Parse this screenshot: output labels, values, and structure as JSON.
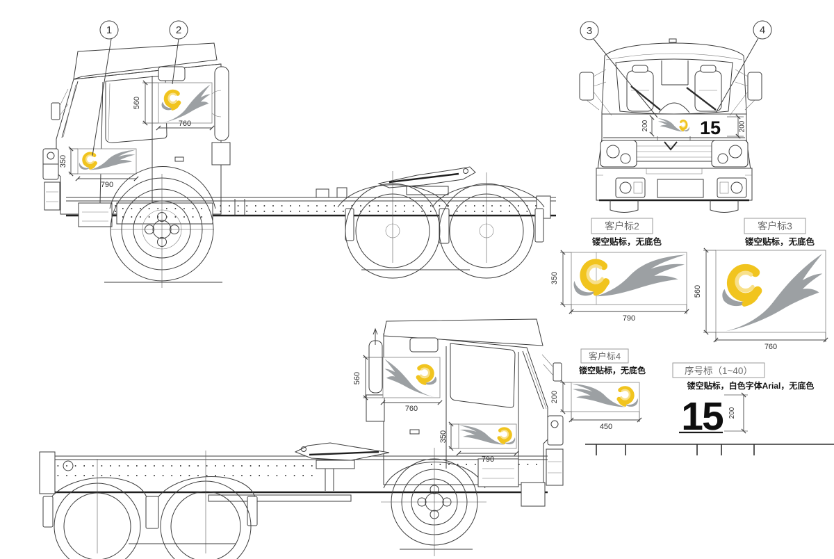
{
  "colors": {
    "line": "#3d3d3d",
    "decal_gray": "#9ca0a3",
    "decal_yellow": "#f1c41e",
    "decal_yellow_light": "#f8e08a"
  },
  "callouts": {
    "c1": "1",
    "c2": "2",
    "c3": "3",
    "c4": "4"
  },
  "side_top": {
    "upper_h": "560",
    "upper_w": "760",
    "lower_h": "350",
    "lower_w": "790"
  },
  "front": {
    "decal_h": "200",
    "decal_w": "450",
    "num_h": "200",
    "serial": "15"
  },
  "side_bottom": {
    "upper_h": "560",
    "upper_w": "760",
    "lower_h": "350",
    "lower_w": "790"
  },
  "panels": {
    "p2": {
      "title": "客户标2",
      "note": "镂空贴标，无底色",
      "h": "350",
      "w": "790"
    },
    "p3": {
      "title": "客户标3",
      "note": "镂空贴标，无底色",
      "h": "560",
      "w": "760"
    },
    "p4": {
      "title": "客户标4",
      "note": "镂空贴标，无底色",
      "h": "200",
      "w": "450"
    },
    "serial": {
      "title": "序号标（1~40）",
      "note": "镂空贴标，白色字体Arial，无底色",
      "sample": "15",
      "h": "200"
    }
  }
}
